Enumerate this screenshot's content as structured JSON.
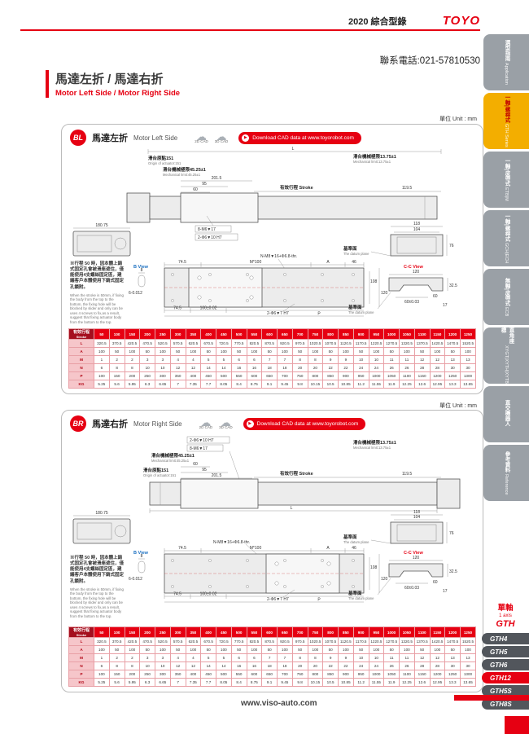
{
  "header": {
    "year_title": "2020 綜合型錄",
    "brand": "TOYO"
  },
  "contact": "聯系電話:021-57810530",
  "page_title": {
    "zh": "馬達左折 / 馬達右折",
    "en": "Motor Left Side / Motor Right Side"
  },
  "unit": "單位 Unit : mm",
  "icons": {
    "download": "▶",
    "cloud": "☁"
  },
  "cad": {
    "c2d": "2D CAD",
    "c3d": "3D CAD",
    "download": "Download CAD data at www.toyorobot.com"
  },
  "sidebar": {
    "tabs": [
      {
        "zh": "選型指南",
        "en": "Application",
        "active": false
      },
      {
        "zh": "一軸|螺桿式",
        "en": "GTH Series",
        "active": true
      },
      {
        "zh": "一軸|皮帶式",
        "en": "ETB|M",
        "active": false
      },
      {
        "zh": "一軸|螺桿式",
        "en": "GCH|ECH",
        "active": false
      },
      {
        "zh": "無軸|皮帶式",
        "en": "ECB",
        "active": false
      },
      {
        "zh": "直角座標",
        "en": "XYGT|XYTH|XYTB",
        "active": false
      },
      {
        "zh": "直交機器人",
        "en": "",
        "active": false
      },
      {
        "zh": "參考資料",
        "en": "Reference",
        "active": false
      }
    ]
  },
  "models": {
    "group_zh": "單軸",
    "group_en": "1 axis",
    "group_code": "GTH",
    "items": [
      {
        "label": "GTH4",
        "active": false
      },
      {
        "label": "GTH5",
        "active": false
      },
      {
        "label": "GTH6",
        "active": false
      },
      {
        "label": "GTH12",
        "active": true
      },
      {
        "label": "GTH5S",
        "active": false
      },
      {
        "label": "GTH8S",
        "active": false
      }
    ]
  },
  "panels": {
    "bl": {
      "badge": "BL",
      "title_zh": "馬達左折",
      "title_en": "Motor Left Side"
    },
    "br": {
      "badge": "BR",
      "title_zh": "馬達右折",
      "title_en": "Motor Right Side"
    }
  },
  "ann": {
    "origin_zh": "滑台原點151",
    "origin_en": "Origin of actuator:151",
    "limL_zh": "滑台機械極限45.25±1",
    "limL_en": "Mechanical limit:45.25±1",
    "limR_zh": "滑台機械極限13.75±1",
    "limR_en": "Mechanical limit:13.75±1",
    "stroke": "有效行程 Stroke",
    "d1195": "119.5",
    "L": "L",
    "d2015": "201.5",
    "d95": "95",
    "d60": "60",
    "m6": "8-M6▼17",
    "d6h7": "2-Φ6▼10 H7",
    "d18075": "180.75",
    "d118": "118",
    "d104": "104",
    "d76": "76",
    "datum_zh": "基準面",
    "datum_en": "The datum plane",
    "d745": "74.5",
    "m100": "M*100",
    "A": "A",
    "d46": "46",
    "nm8": "N-M8▼16+Φ6.8-thr.",
    "d108": "108",
    "d120v": "120",
    "d6h7b": "2-Φ6▼7 H7",
    "d100": "100±0.02",
    "P": "P",
    "bview": "B View",
    "d8": "8",
    "d6tol": "6-0.012",
    "ccview": "C-C View",
    "d120": "120",
    "d60tol": "60±0.03",
    "d60b": "60",
    "d17": "17",
    "d325": "32.5"
  },
  "note": {
    "zh": "※行程 50 時，因本體上銷式固定孔會被滑座遮住，僅能使用4支螺絲固定區，建議客戶本體使用下銷式固定孔鎖附。",
    "en": "When the stroke is 50mm, if fixing the body from the top to the bottom, the fixing hole will be blocked by slider and only can be uses 4 screws to fix,as a result, suggest that fixing actuator body from the bottom to the top."
  },
  "spec_table": {
    "corner_zh": "有效行程",
    "corner_en": "Stroke",
    "cols": [
      "50",
      "100",
      "150",
      "200",
      "250",
      "300",
      "350",
      "400",
      "450",
      "500",
      "550",
      "600",
      "650",
      "700",
      "750",
      "800",
      "850",
      "900",
      "950",
      "1000",
      "1050",
      "1100",
      "1150",
      "1200",
      "1250"
    ],
    "rows": [
      {
        "label": "L",
        "values": [
          "320.5",
          "370.5",
          "420.5",
          "470.5",
          "520.5",
          "570.5",
          "620.5",
          "670.5",
          "720.5",
          "770.5",
          "820.5",
          "870.5",
          "920.5",
          "970.5",
          "1020.5",
          "1070.5",
          "1120.5",
          "1170.5",
          "1220.5",
          "1270.5",
          "1320.5",
          "1370.5",
          "1420.5",
          "1470.5",
          "1520.5"
        ]
      },
      {
        "label": "A",
        "values": [
          "100",
          "50",
          "100",
          "50",
          "100",
          "50",
          "100",
          "50",
          "100",
          "50",
          "100",
          "50",
          "100",
          "50",
          "100",
          "50",
          "100",
          "50",
          "100",
          "50",
          "100",
          "50",
          "100",
          "50",
          "100"
        ]
      },
      {
        "label": "M",
        "values": [
          "1",
          "2",
          "2",
          "3",
          "3",
          "4",
          "4",
          "5",
          "5",
          "6",
          "6",
          "7",
          "7",
          "8",
          "8",
          "9",
          "9",
          "10",
          "10",
          "11",
          "11",
          "12",
          "12",
          "13",
          "13"
        ]
      },
      {
        "label": "N",
        "values": [
          "6",
          "8",
          "8",
          "10",
          "10",
          "12",
          "12",
          "14",
          "14",
          "16",
          "16",
          "18",
          "18",
          "20",
          "20",
          "22",
          "22",
          "24",
          "24",
          "26",
          "26",
          "28",
          "28",
          "30",
          "30"
        ]
      },
      {
        "label": "P",
        "values": [
          "100",
          "150",
          "200",
          "250",
          "300",
          "350",
          "400",
          "450",
          "500",
          "550",
          "600",
          "650",
          "700",
          "750",
          "800",
          "850",
          "900",
          "950",
          "1000",
          "1050",
          "1100",
          "1150",
          "1200",
          "1250",
          "1300"
        ]
      },
      {
        "label": "KG",
        "values": [
          "5.25",
          "5.6",
          "5.95",
          "6.3",
          "6.65",
          "7",
          "7.35",
          "7.7",
          "8.05",
          "8.4",
          "8.75",
          "9.1",
          "9.45",
          "9.8",
          "10.15",
          "10.5",
          "10.85",
          "11.2",
          "11.55",
          "11.9",
          "12.25",
          "12.6",
          "12.95",
          "13.3",
          "13.65"
        ]
      }
    ]
  },
  "footer": {
    "url": "www.viso-auto.com"
  }
}
